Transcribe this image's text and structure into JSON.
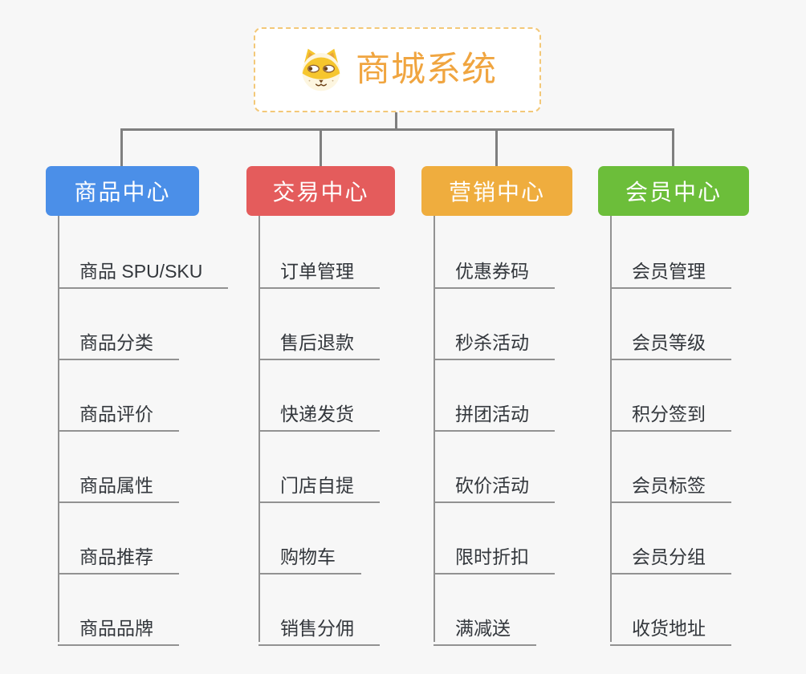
{
  "root": {
    "title": "商城系统",
    "icon": "dog-face-icon"
  },
  "branches": [
    {
      "label": "商品中心",
      "color": "#4b8fe8",
      "items": [
        "商品 SPU/SKU",
        "商品分类",
        "商品评价",
        "商品属性",
        "商品推荐",
        "商品品牌"
      ]
    },
    {
      "label": "交易中心",
      "color": "#e45c5c",
      "items": [
        "订单管理",
        "售后退款",
        "快递发货",
        "门店自提",
        "购物车",
        "销售分佣"
      ]
    },
    {
      "label": "营销中心",
      "color": "#efad3e",
      "items": [
        "优惠券码",
        "秒杀活动",
        "拼团活动",
        "砍价活动",
        "限时折扣",
        "满减送"
      ]
    },
    {
      "label": "会员中心",
      "color": "#6cbe3a",
      "items": [
        "会员管理",
        "会员等级",
        "积分签到",
        "会员标签",
        "会员分组",
        "收货地址"
      ]
    }
  ],
  "colors": {
    "background": "#f7f7f7",
    "root_text": "#f0a540",
    "root_border": "#f3c878",
    "connector": "#7f7f7f",
    "item_line": "#929292",
    "item_text": "#33373c",
    "header_text": "#ffffff"
  }
}
